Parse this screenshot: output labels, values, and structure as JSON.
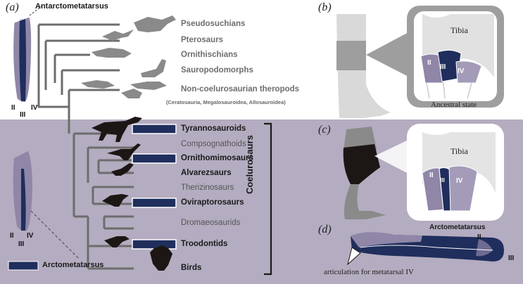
{
  "colors": {
    "band": "#b4acc0",
    "tree": "#6d6d6d",
    "navy": "#1f2e5c",
    "silhouette": "#1c1714",
    "bone_purple": "#8f86a8",
    "foot_grey": "#a6a6a6"
  },
  "panels": {
    "a": "(a)",
    "b": "(b)",
    "c": "(c)",
    "d": "(d)"
  },
  "left_bone": {
    "title": "Antarctometatarsus",
    "digit_ii": "II",
    "digit_iii": "III",
    "digit_iv": "IV"
  },
  "lower_bone": {
    "digit_ii": "II",
    "digit_iii": "III",
    "digit_iv": "IV"
  },
  "legend": {
    "label": "Arctometatarsus"
  },
  "taxa": [
    {
      "name": "Pseudosuchians"
    },
    {
      "name": "Pterosaurs"
    },
    {
      "name": "Ornithischians"
    },
    {
      "name": "Sauropodomorphs"
    },
    {
      "name": "Non-coelurosaurian theropods"
    },
    {
      "name": "(Ceratosauria, Megalosauroidea, Allosauroidea)"
    },
    {
      "name": "Tyrannosauroids"
    },
    {
      "name": "Compsognathoids"
    },
    {
      "name": "Ornithomimosaurs"
    },
    {
      "name": "Alvarezsaurs"
    },
    {
      "name": "Therizinosaurs"
    },
    {
      "name": "Oviraptorosaurs"
    },
    {
      "name": "Dromaeosaurids"
    },
    {
      "name": "Troodontids"
    },
    {
      "name": "Birds"
    }
  ],
  "clade_label": "Coelurosaurs",
  "panel_b": {
    "tibia": "Tibia",
    "ii": "II",
    "iii": "III",
    "iv": "IV",
    "caption": "Ancestral state"
  },
  "panel_c": {
    "tibia": "Tibia",
    "ii": "II",
    "iii": "III",
    "iv": "IV",
    "caption": "Arctometatarsus"
  },
  "panel_d": {
    "ii": "II",
    "iii": "III",
    "caption": "articulation for metatarsal IV"
  }
}
